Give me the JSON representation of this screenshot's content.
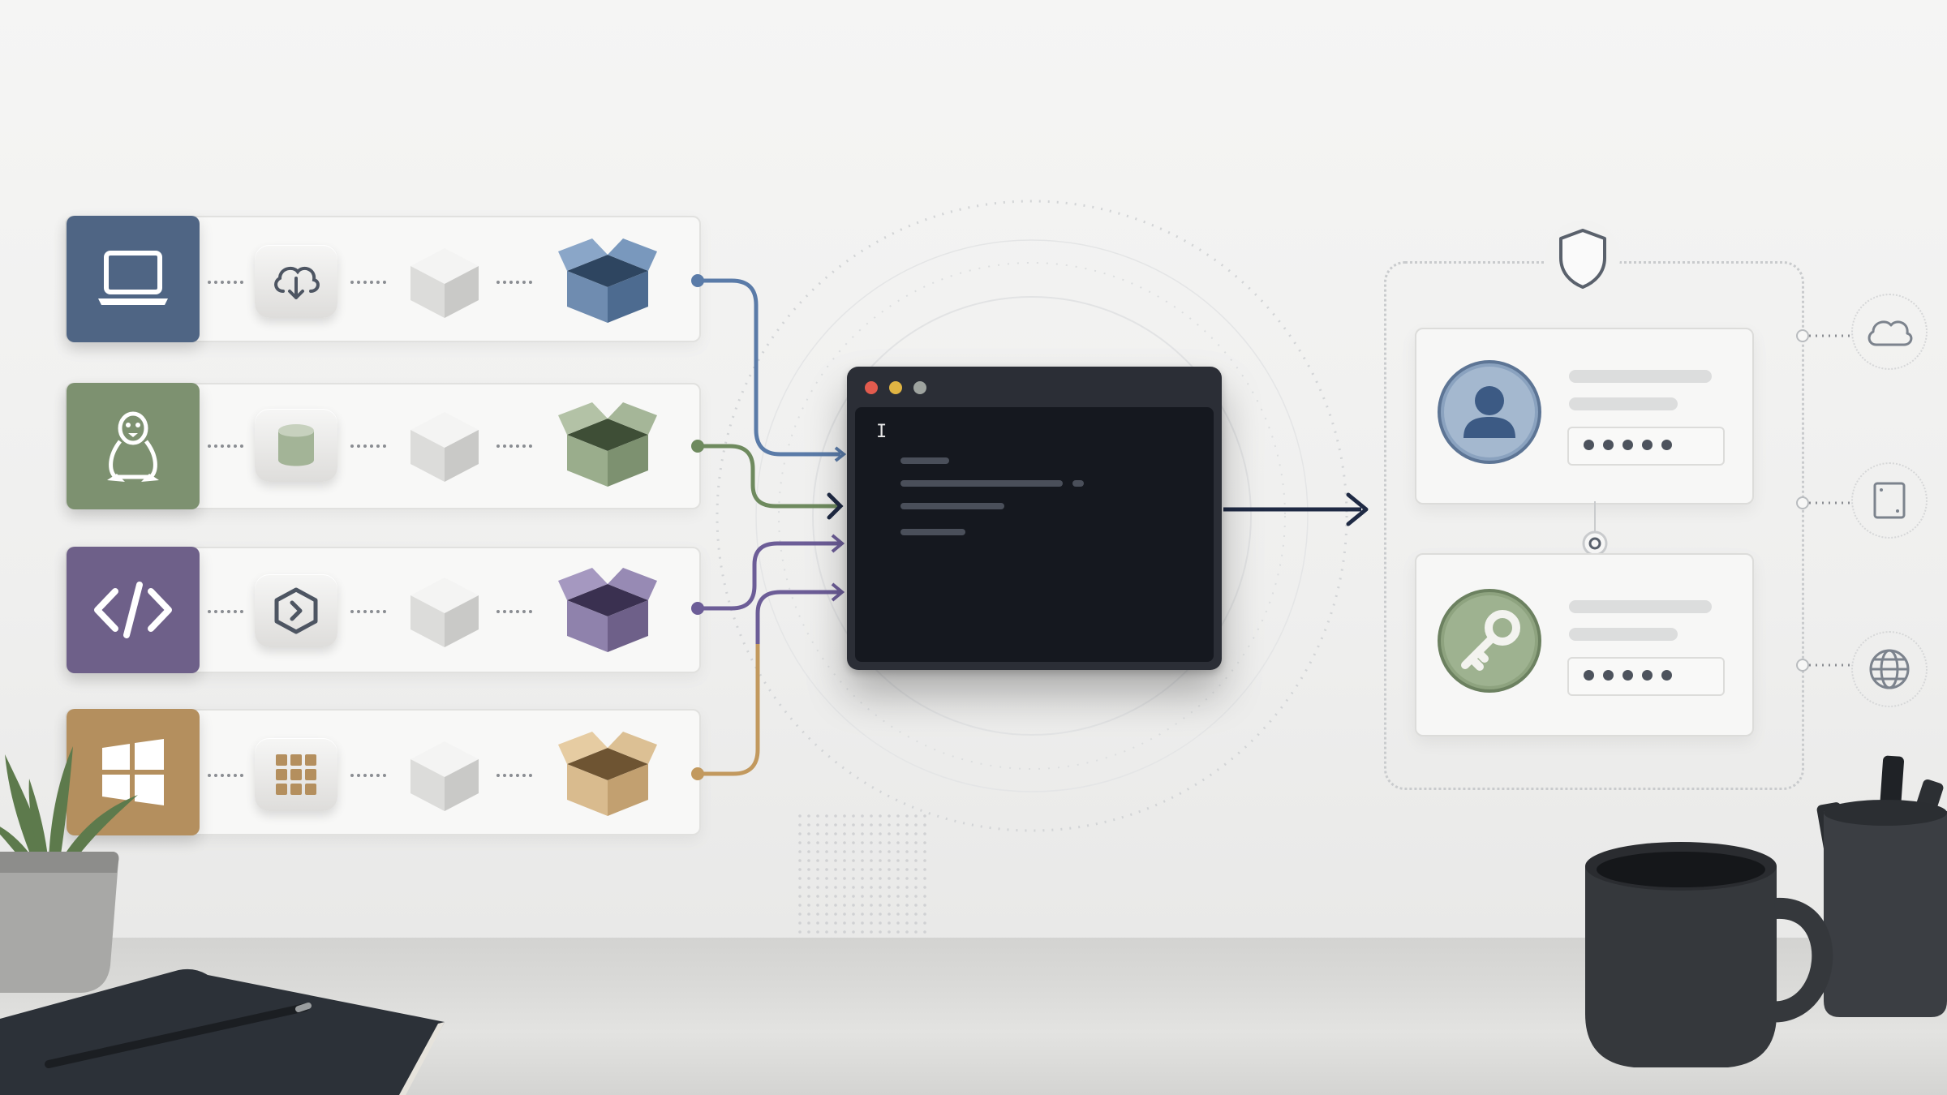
{
  "diagram": {
    "platforms": [
      {
        "id": "macos",
        "icon": "laptop-icon",
        "source_icon": "cloud-download-icon",
        "color": "#4f6584",
        "chip_color": "#3e5775"
      },
      {
        "id": "linux",
        "icon": "penguin-icon",
        "source_icon": "database-icon",
        "color": "#7d9170",
        "chip_color": "#6a8060"
      },
      {
        "id": "dev",
        "icon": "code-brackets-icon",
        "source_icon": "package-hexagon-icon",
        "color": "#6e6089",
        "chip_color": "#5a4e78"
      },
      {
        "id": "windows",
        "icon": "windows-logo-icon",
        "source_icon": "grid-apps-icon",
        "color": "#b48f5e",
        "chip_color": "#a27e4f"
      }
    ],
    "terminal": {
      "cursor": "I"
    },
    "auth": {
      "shield_icon": "shield-icon",
      "cards": [
        {
          "icon": "user-icon",
          "color": "#7993b2"
        },
        {
          "icon": "key-icon",
          "color": "#8ea37f"
        }
      ],
      "password_mask": "•••••",
      "services": [
        "cloud-icon",
        "device-frame-icon",
        "globe-icon"
      ]
    },
    "colors": {
      "line_blue": "#5a7ba8",
      "line_green": "#6e8a5e",
      "line_purple": "#6c5d97",
      "line_gold": "#c2995e",
      "arrow_dark": "#1f2a44"
    }
  }
}
